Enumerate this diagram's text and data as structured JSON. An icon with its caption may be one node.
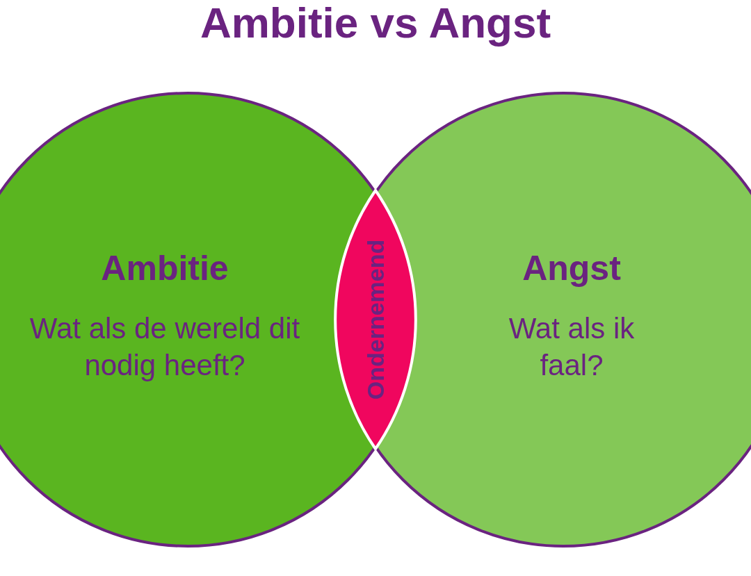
{
  "diagram": {
    "title": "Ambitie vs Angst",
    "nodes": [
      {
        "text": [
          "Ambitie",
          "Wat als de wereld dit nodig heeft?"
        ]
      },
      {
        "text": [
          "Angst",
          "Wat als ik faal?"
        ]
      },
      {
        "text": [
          "Ondernemend"
        ]
      }
    ]
  }
}
